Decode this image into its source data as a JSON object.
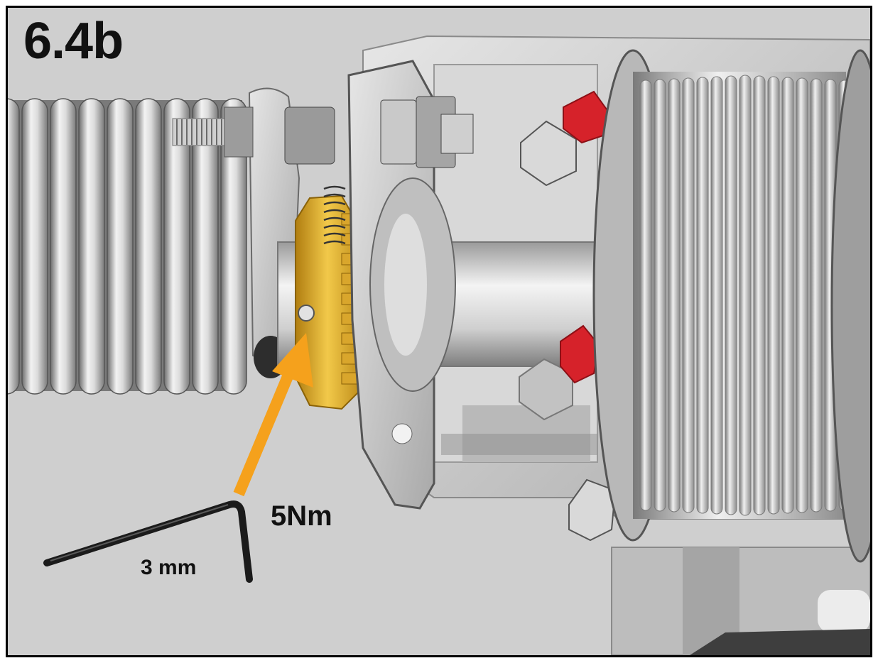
{
  "step": "6.4b",
  "torque": "5Nm",
  "tool_size": "3 mm",
  "colors": {
    "background": "#cfcfcf",
    "frame": "#000000",
    "arrow": "#f5a11c",
    "gear": "#e3b32a",
    "red_parts": "#d6222a",
    "metal": "#bdbdbd"
  },
  "icons": [
    "allen-key-icon",
    "torque-arrow-icon"
  ]
}
